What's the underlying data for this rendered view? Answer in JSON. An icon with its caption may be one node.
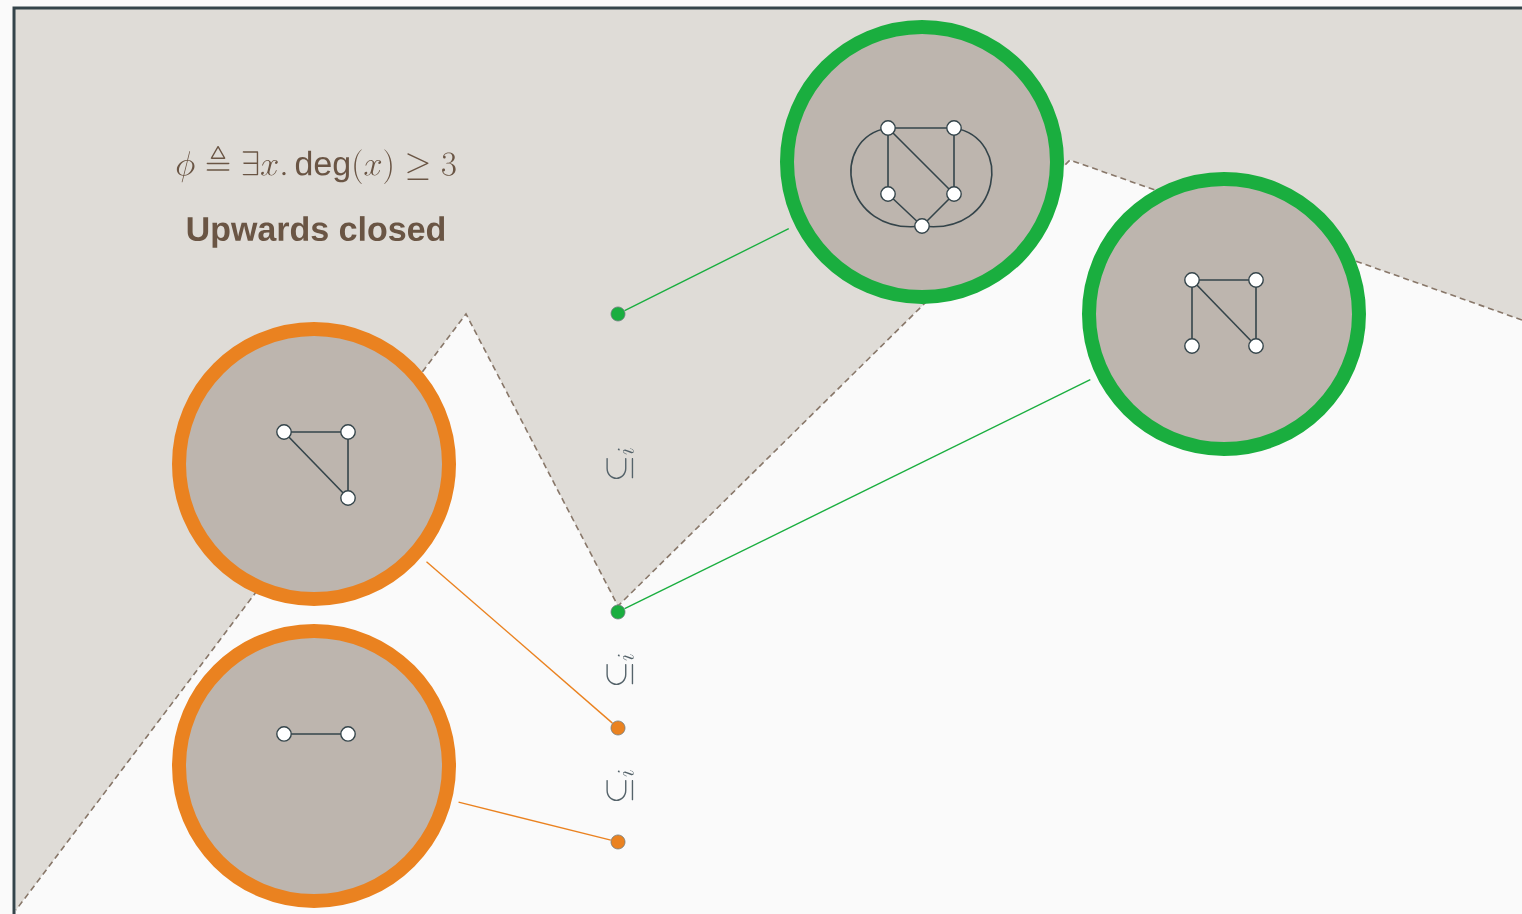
{
  "diagram": {
    "nodes": [
      {
        "text": [],
        "shape": "picture"
      },
      {
        "text": [],
        "shape": "picture"
      },
      {
        "text": [],
        "shape": "picture"
      },
      {
        "text": [],
        "shape": "picture"
      },
      {
        "text": [],
        "shape": "circle"
      },
      {
        "text": [],
        "shape": "circle"
      },
      {
        "text": [],
        "shape": "circle"
      },
      {
        "text": [],
        "shape": "circle"
      }
    ],
    "edges": [
      {
        "from": 4,
        "to": 0,
        "arrow": "none",
        "color": "#1aae3f"
      },
      {
        "from": 5,
        "to": 1,
        "arrow": "none",
        "color": "#1aae3f"
      },
      {
        "from": 6,
        "to": 2,
        "arrow": "none",
        "color": "#ea8220"
      },
      {
        "from": 7,
        "to": 3,
        "arrow": "none",
        "color": "#ea8220"
      }
    ],
    "labels": [
      "\\phi \\triangleq \\exists x.\\, \\mathrm{deg}(x) \\geq 3",
      "Upwards closed",
      "\\subseteq_i",
      "\\subseteq_i",
      "\\subseteq_i"
    ]
  }
}
